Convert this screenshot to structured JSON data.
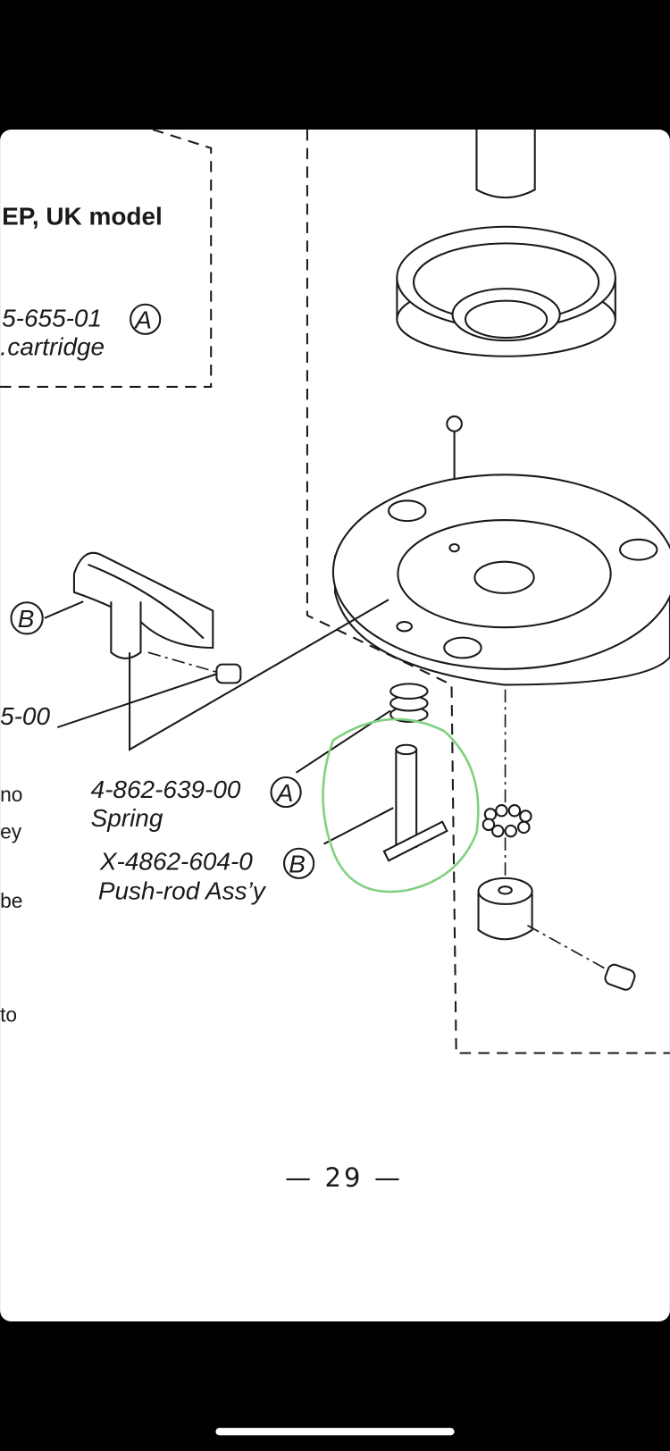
{
  "header_box": {
    "model_label": "EP, UK model",
    "part_number": "5-655-01",
    "part_ref": "A",
    "part_name": "cartridge"
  },
  "callouts": {
    "arm_ref": "B",
    "screw_part_number": "5-00",
    "spring": {
      "part_number": "4-862-639-00",
      "ref": "A",
      "name": "Spring"
    },
    "push_rod": {
      "part_number": "X-4862-604-0",
      "ref": "B",
      "name": "Push-rod Ass’y"
    }
  },
  "left_text_fragments": [
    "no",
    "ey",
    "be",
    "to"
  ],
  "page_number": "— 29 —",
  "colors": {
    "highlight_circle": "#7fd17f",
    "background": "#000000",
    "page": "#ffffff"
  }
}
